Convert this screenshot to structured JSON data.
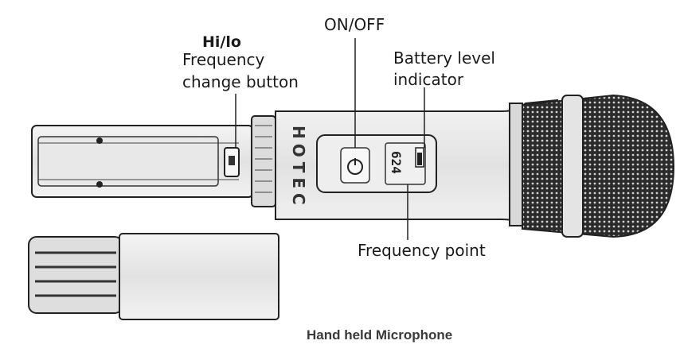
{
  "labels": {
    "hilo": "Hi/lo",
    "frequency_change_line1": "Frequency",
    "frequency_change_line2": "change button",
    "on_off": "ON/OFF",
    "battery_line1": "Battery level",
    "battery_line2": "indicator",
    "frequency_point": "Frequency point"
  },
  "brand": "HOTEC",
  "display_digits": "624",
  "caption": "Hand held Microphone"
}
